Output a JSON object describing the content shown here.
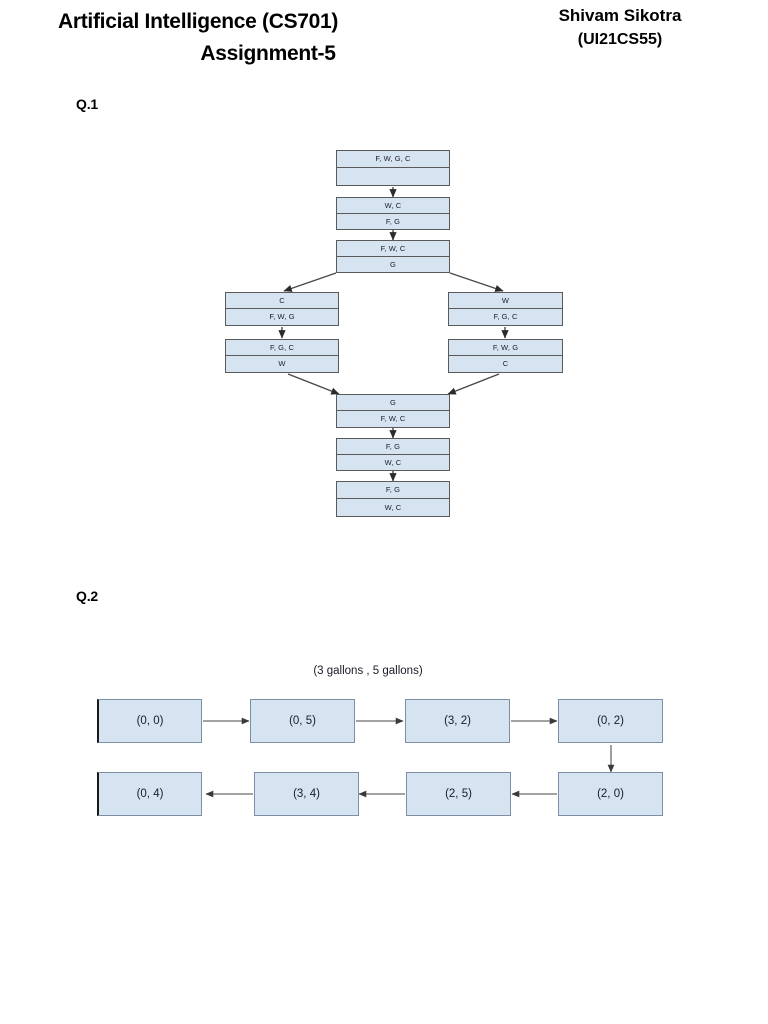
{
  "header": {
    "title_line1": "Artificial Intelligence (CS701)",
    "title_line2": "Assignment-5",
    "author_name": "Shivam Sikotra",
    "author_roll": "(UI21CS55)"
  },
  "questions": {
    "q1_label": "Q.1",
    "q2_label": "Q.2"
  },
  "q1_diagram": {
    "type": "state-space-tree",
    "description": "Farmer-Wolf-Goat-Cabbage river crossing search tree",
    "nodes": [
      {
        "id": "n0",
        "near": "F, W, G, C",
        "far": ""
      },
      {
        "id": "n1",
        "near": "W, C",
        "far": "F, G"
      },
      {
        "id": "n2",
        "near": "F, W, C",
        "far": "G"
      },
      {
        "id": "n3",
        "near": "C",
        "far": "F, W, G"
      },
      {
        "id": "n4",
        "near": "F, G, C",
        "far": "W"
      },
      {
        "id": "n5",
        "near": "W",
        "far": "F, G, C"
      },
      {
        "id": "n6",
        "near": "F, W, G",
        "far": "C"
      },
      {
        "id": "n7",
        "near": "G",
        "far": "F, W, C"
      },
      {
        "id": "n8",
        "near": "F, G",
        "far": "W,  C"
      },
      {
        "id": "n9",
        "near": "F, G",
        "far": "W,  C"
      }
    ],
    "edges": [
      {
        "from": "n0",
        "to": "n1"
      },
      {
        "from": "n1",
        "to": "n2"
      },
      {
        "from": "n2",
        "to": "n3"
      },
      {
        "from": "n2",
        "to": "n5"
      },
      {
        "from": "n3",
        "to": "n4"
      },
      {
        "from": "n5",
        "to": "n6"
      },
      {
        "from": "n4",
        "to": "n7"
      },
      {
        "from": "n6",
        "to": "n7"
      },
      {
        "from": "n7",
        "to": "n8"
      },
      {
        "from": "n8",
        "to": "n9"
      }
    ]
  },
  "q2_diagram": {
    "type": "state-sequence",
    "caption": "(3 gallons , 5 gallons)",
    "row1": [
      {
        "id": "s0",
        "label": "(0, 0)"
      },
      {
        "id": "s1",
        "label": "(0, 5)"
      },
      {
        "id": "s2",
        "label": "(3, 2)"
      },
      {
        "id": "s3",
        "label": "(0, 2)"
      }
    ],
    "row2": [
      {
        "id": "s7",
        "label": "(0, 4)"
      },
      {
        "id": "s6",
        "label": "(3, 4)"
      },
      {
        "id": "s5",
        "label": "(2, 5)"
      },
      {
        "id": "s4",
        "label": "(2, 0)"
      }
    ],
    "flow": [
      "(0, 0)",
      "(0, 5)",
      "(3, 2)",
      "(0, 2)",
      "(2, 0)",
      "(2, 5)",
      "(3, 4)",
      "(0, 4)"
    ]
  },
  "colors": {
    "box_fill": "#d6e4f2",
    "box_border": "#5a5a5a",
    "arrow": "#3a3a3a",
    "page_background": "#ffffff",
    "text": "#1b1b28"
  }
}
